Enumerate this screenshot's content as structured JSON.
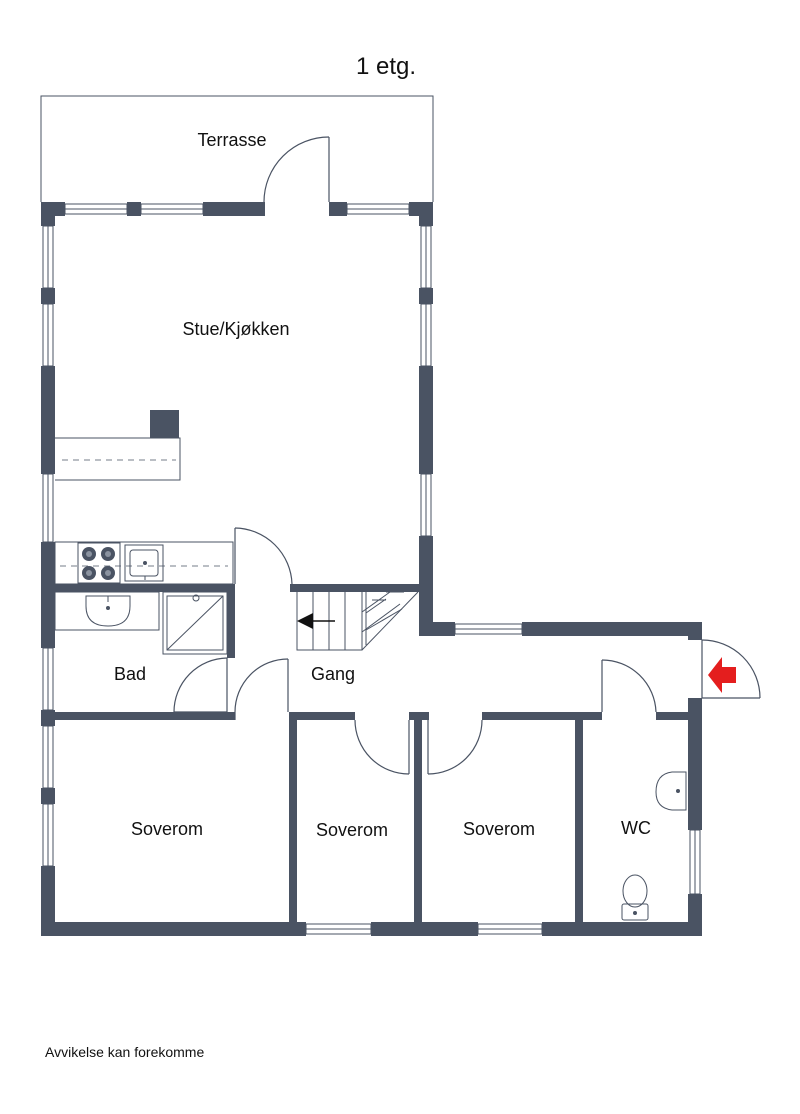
{
  "title": "1 etg.",
  "rooms": {
    "terrace": "Terrasse",
    "living_kitchen": "Stue/Kjøkken",
    "bath": "Bad",
    "hall": "Gang",
    "bedroom_1": "Soverom",
    "bedroom_2": "Soverom",
    "bedroom_3": "Soverom",
    "wc": "WC"
  },
  "disclaimer": "Avvikelse kan forekomme",
  "colors": {
    "wall": "#4a5363",
    "entrance_arrow": "#e41e1e"
  }
}
